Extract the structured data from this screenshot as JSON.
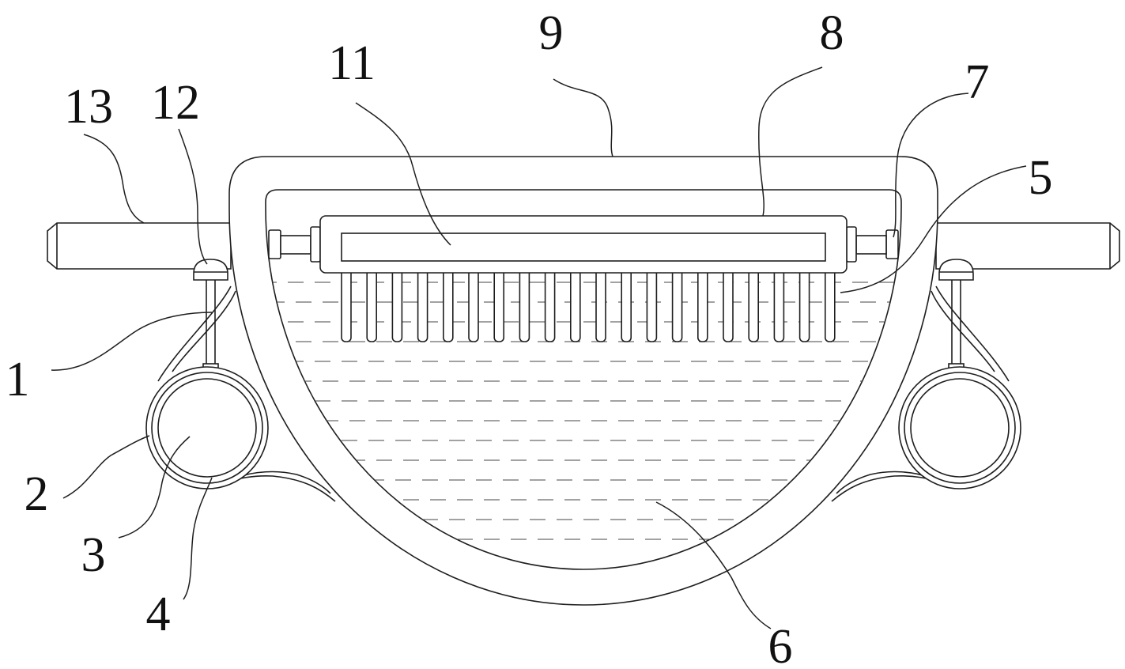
{
  "labels": {
    "callout_1": "1",
    "callout_2": "2",
    "callout_3": "3",
    "callout_4": "4",
    "callout_5": "5",
    "callout_6": "6",
    "callout_7": "7",
    "callout_8": "8",
    "callout_9": "9",
    "callout_11": "11",
    "callout_12": "12",
    "callout_13": "13"
  },
  "colors": {
    "line": "#1e1e1e",
    "background": "#ffffff"
  }
}
